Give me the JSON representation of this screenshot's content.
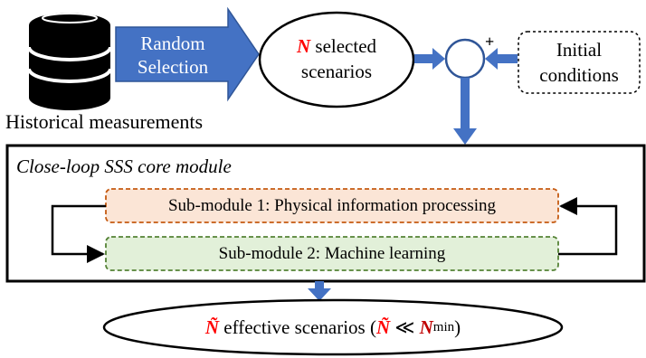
{
  "source": {
    "arrow_line1": "Random",
    "arrow_line2": "Selection",
    "caption": "Historical measurements"
  },
  "scenarios": {
    "symbol": "N",
    "line1_rest": " selected",
    "line2": "scenarios"
  },
  "summing_junction": {
    "plus_sign": "+"
  },
  "initial_conditions": {
    "line1": "Initial",
    "line2": "conditions"
  },
  "core_module": {
    "title": "Close-loop SSS core module",
    "submodule1": "Sub-module 1: Physical information processing",
    "submodule2": "Sub-module 2: Machine learning"
  },
  "output": {
    "symbol": "Ñ",
    "text": " effective scenarios (",
    "relation_lhs": "Ñ",
    "relation_op": " ≪ ",
    "relation_rhs": "N",
    "superscript": "min",
    "close_paren": ")"
  },
  "colors": {
    "arrow_blue": "#4472c4",
    "arrow_blue_dark": "#2f5597",
    "accent_red": "#ff0000",
    "sub1_fill": "#fbe5d6",
    "sub1_border": "#c55a11",
    "sub2_fill": "#e2f0d9",
    "sub2_border": "#548235"
  }
}
